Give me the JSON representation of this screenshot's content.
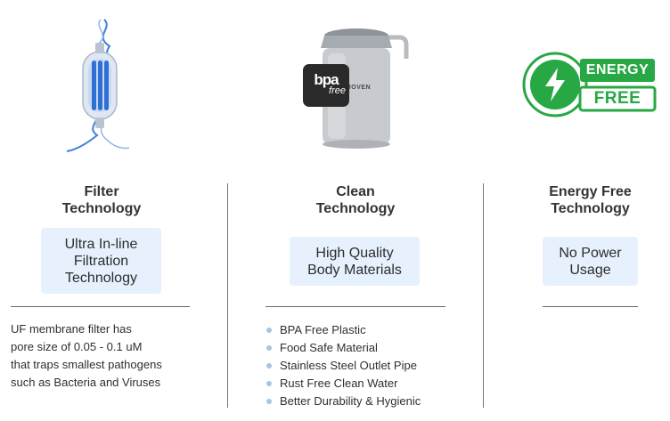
{
  "columns": [
    {
      "title_lines": [
        "Filter",
        "Technology"
      ],
      "pill_lines": [
        "Ultra In-line",
        "Filtration",
        "Technology"
      ],
      "desc_lines": [
        "UF membrane filter has",
        "pore size of 0.05 - 0.1 uM",
        "that traps smallest pathogens",
        "such as Bacteria and Viruses"
      ],
      "icon": "uf-filter-cartridge-icon"
    },
    {
      "title_lines": [
        "Clean",
        "Technology"
      ],
      "pill_lines": [
        "High Quality",
        "Body Materials"
      ],
      "bullets": [
        "BPA Free Plastic",
        "Food Safe Material",
        "Stainless Steel Outlet Pipe",
        "Rust Free Clean Water",
        "Better Durability & Hygienic"
      ],
      "icon": "water-purifier-icon",
      "product_brand": "JOVEN",
      "badge": {
        "line1": "bpa",
        "line2": "free"
      }
    },
    {
      "title_lines": [
        "Energy Free",
        "Technology"
      ],
      "pill_lines": [
        "No Power",
        "Usage"
      ],
      "icon": "lightning-bolt-icon",
      "badge": {
        "line1": "ENERGY",
        "line2": "FREE"
      }
    }
  ],
  "colors": {
    "pill_bg": "#e6f1fd",
    "bullet": "#a9c3e6",
    "energy_green": "#27a844",
    "text": "#2b2b2b"
  }
}
